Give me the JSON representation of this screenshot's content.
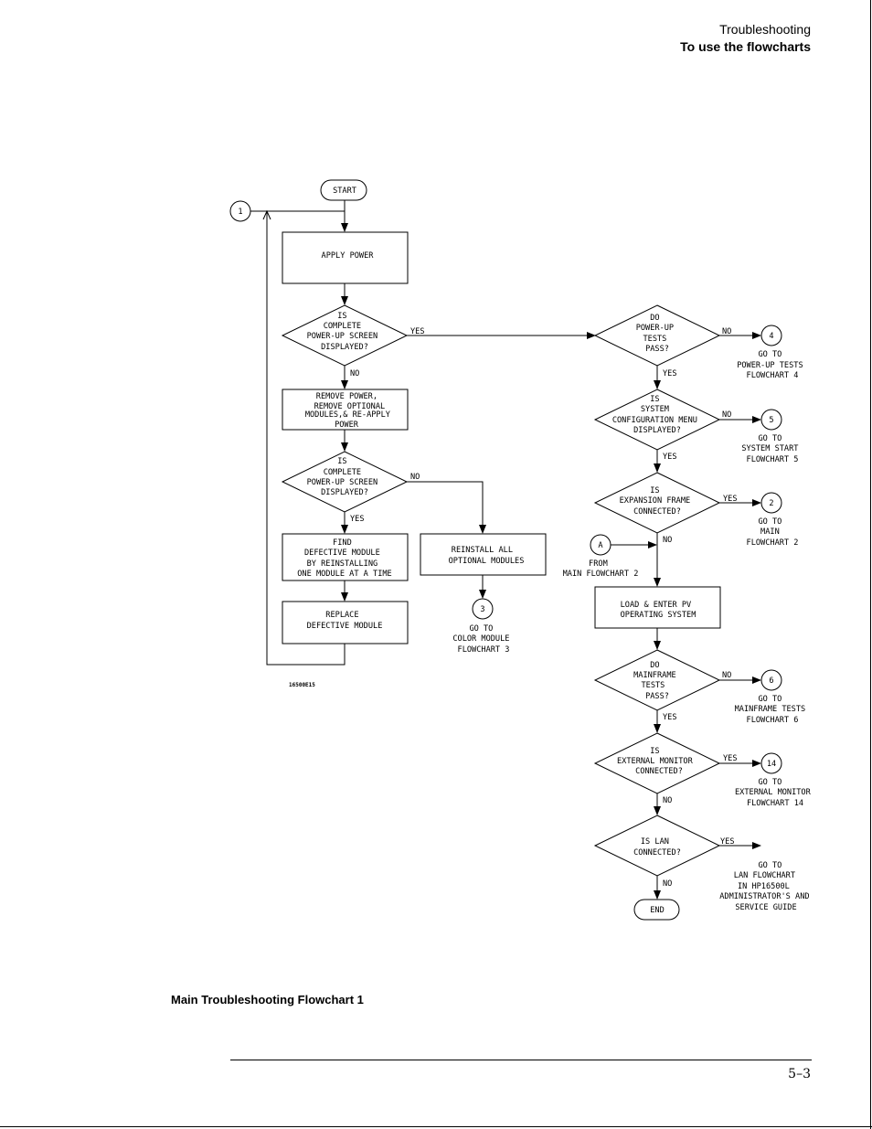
{
  "header": {
    "section": "Troubleshooting",
    "title": "To use the flowcharts"
  },
  "flowchart": {
    "start": "START",
    "end": "END",
    "apply_power": "APPLY POWER",
    "is_complete_1": [
      "IS",
      "COMPLETE",
      "POWER-UP SCREEN",
      "DISPLAYED?"
    ],
    "remove_power": [
      "REMOVE POWER,",
      "REMOVE OPTIONAL",
      "MODULES,& RE-APPLY",
      "POWER"
    ],
    "is_complete_2": [
      "IS",
      "COMPLETE",
      "POWER-UP SCREEN",
      "DISPLAYED?"
    ],
    "find_defective": [
      "FIND",
      "DEFECTIVE MODULE",
      "BY REINSTALLING",
      "ONE MODULE AT A TIME"
    ],
    "replace_defective": [
      "REPLACE",
      "DEFECTIVE MODULE"
    ],
    "reinstall_all": [
      "REINSTALL ALL",
      "OPTIONAL MODULES"
    ],
    "power_up_tests": [
      "DO",
      "POWER-UP",
      "TESTS",
      "PASS?"
    ],
    "system_config": [
      "IS",
      "SYSTEM",
      "CONFIGURATION MENU",
      "DISPLAYED?"
    ],
    "expansion_frame": [
      "IS",
      "EXPANSION FRAME",
      "CONNECTED?"
    ],
    "load_pv": [
      "LOAD & ENTER  PV",
      "OPERATING SYSTEM"
    ],
    "mainframe_tests": [
      "DO",
      "MAINFRAME",
      "TESTS",
      "PASS?"
    ],
    "external_monitor": [
      "IS",
      "EXTERNAL MONITOR",
      "CONNECTED?"
    ],
    "is_lan": [
      "IS LAN",
      "CONNECTED?"
    ],
    "goto_4": [
      "GO TO",
      "POWER-UP TESTS",
      "FLOWCHART 4"
    ],
    "goto_5": [
      "GO TO",
      "SYSTEM START",
      "FLOWCHART 5"
    ],
    "goto_2": [
      "GO TO",
      "MAIN",
      "FLOWCHART 2"
    ],
    "goto_6": [
      "GO TO",
      "MAINFRAME TESTS",
      "FLOWCHART 6"
    ],
    "goto_14": [
      "GO TO",
      "EXTERNAL MONITOR",
      "FLOWCHART 14"
    ],
    "goto_3": [
      "GO TO",
      "COLOR MODULE",
      "FLOWCHART 3"
    ],
    "goto_lan": [
      "GO TO",
      "LAN FLOWCHART",
      "IN HP16500L",
      "ADMINISTRATOR'S AND",
      "SERVICE GUIDE"
    ],
    "from_main": [
      "FROM",
      "MAIN FLOWCHART 2"
    ],
    "connectors": {
      "c1": "1",
      "c4": "4",
      "c5": "5",
      "c2": "2",
      "c6": "6",
      "c14": "14",
      "c3": "3",
      "cA": "A"
    },
    "yes": "YES",
    "no": "NO",
    "figure_code": "16500E15"
  },
  "caption": "Main Troubleshooting Flowchart 1",
  "page_number": "5–3"
}
